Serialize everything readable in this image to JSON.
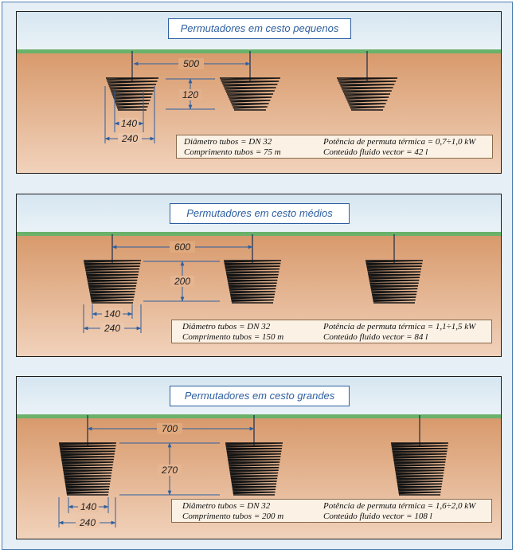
{
  "panels": [
    {
      "title": "Permutadores em cesto pequenos",
      "spacing_label": "500",
      "height_label": "120",
      "inner_width_label": "140",
      "outer_width_label": "240",
      "diameter": "Diâmetro tubos = DN 32",
      "length": "Comprimento tubos = 75 m",
      "power": "Potência de permuta térmica = 0,7÷1,0 kW",
      "fluid": "Conteúdo fluido vector = 42 l"
    },
    {
      "title": "Permutadores em cesto médios",
      "spacing_label": "600",
      "height_label": "200",
      "inner_width_label": "140",
      "outer_width_label": "240",
      "diameter": "Diâmetro tubos = DN 32",
      "length": "Comprimento tubos = 150 m",
      "power": "Potência de permuta térmica = 1,1÷1,5 kW",
      "fluid": "Conteúdo fluido vector = 84 l"
    },
    {
      "title": "Permutadores em cesto grandes",
      "spacing_label": "700",
      "height_label": "270",
      "inner_width_label": "140",
      "outer_width_label": "240",
      "diameter": "Diâmetro tubos = DN 32",
      "length": "Comprimento tubos = 200 m",
      "power": "Potência de permuta térmica = 1,6÷2,0 kW",
      "fluid": "Conteúdo fluido vector = 108 l"
    }
  ]
}
